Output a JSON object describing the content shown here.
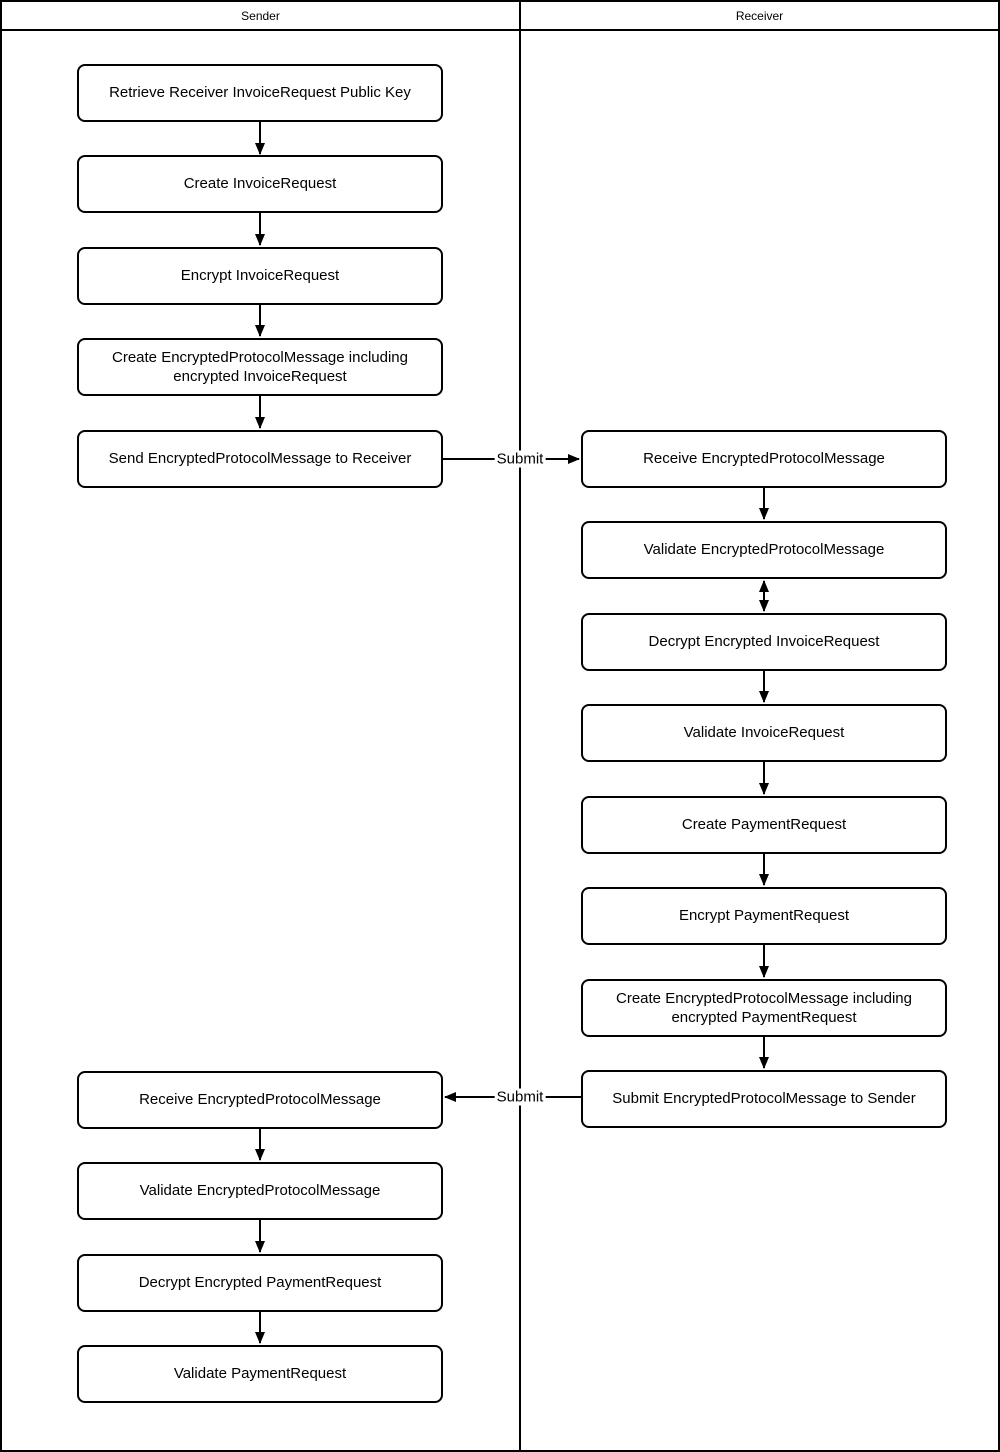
{
  "diagram": {
    "lanes": [
      {
        "title": "Sender"
      },
      {
        "title": "Receiver"
      }
    ],
    "sender_steps_top": [
      "Retrieve Receiver InvoiceRequest Public Key",
      "Create InvoiceRequest",
      "Encrypt InvoiceRequest",
      "Create EncryptedProtocolMessage including encrypted InvoiceRequest",
      "Send EncryptedProtocolMessage to Receiver"
    ],
    "receiver_steps": [
      "Receive EncryptedProtocolMessage",
      "Validate EncryptedProtocolMessage",
      "Decrypt Encrypted InvoiceRequest",
      "Validate InvoiceRequest",
      "Create PaymentRequest",
      "Encrypt PaymentRequest",
      "Create EncryptedProtocolMessage including encrypted PaymentRequest",
      "Submit EncryptedProtocolMessage to Sender"
    ],
    "sender_steps_bottom": [
      "Receive EncryptedProtocolMessage",
      "Validate EncryptedProtocolMessage",
      "Decrypt Encrypted PaymentRequest",
      "Validate PaymentRequest"
    ],
    "message_labels": {
      "sender_to_receiver": "Submit",
      "receiver_to_sender": "Submit"
    },
    "colors": {
      "line": "#000000",
      "box_fill": "#ffffff",
      "background": "#ffffff",
      "text": "#000000"
    }
  }
}
